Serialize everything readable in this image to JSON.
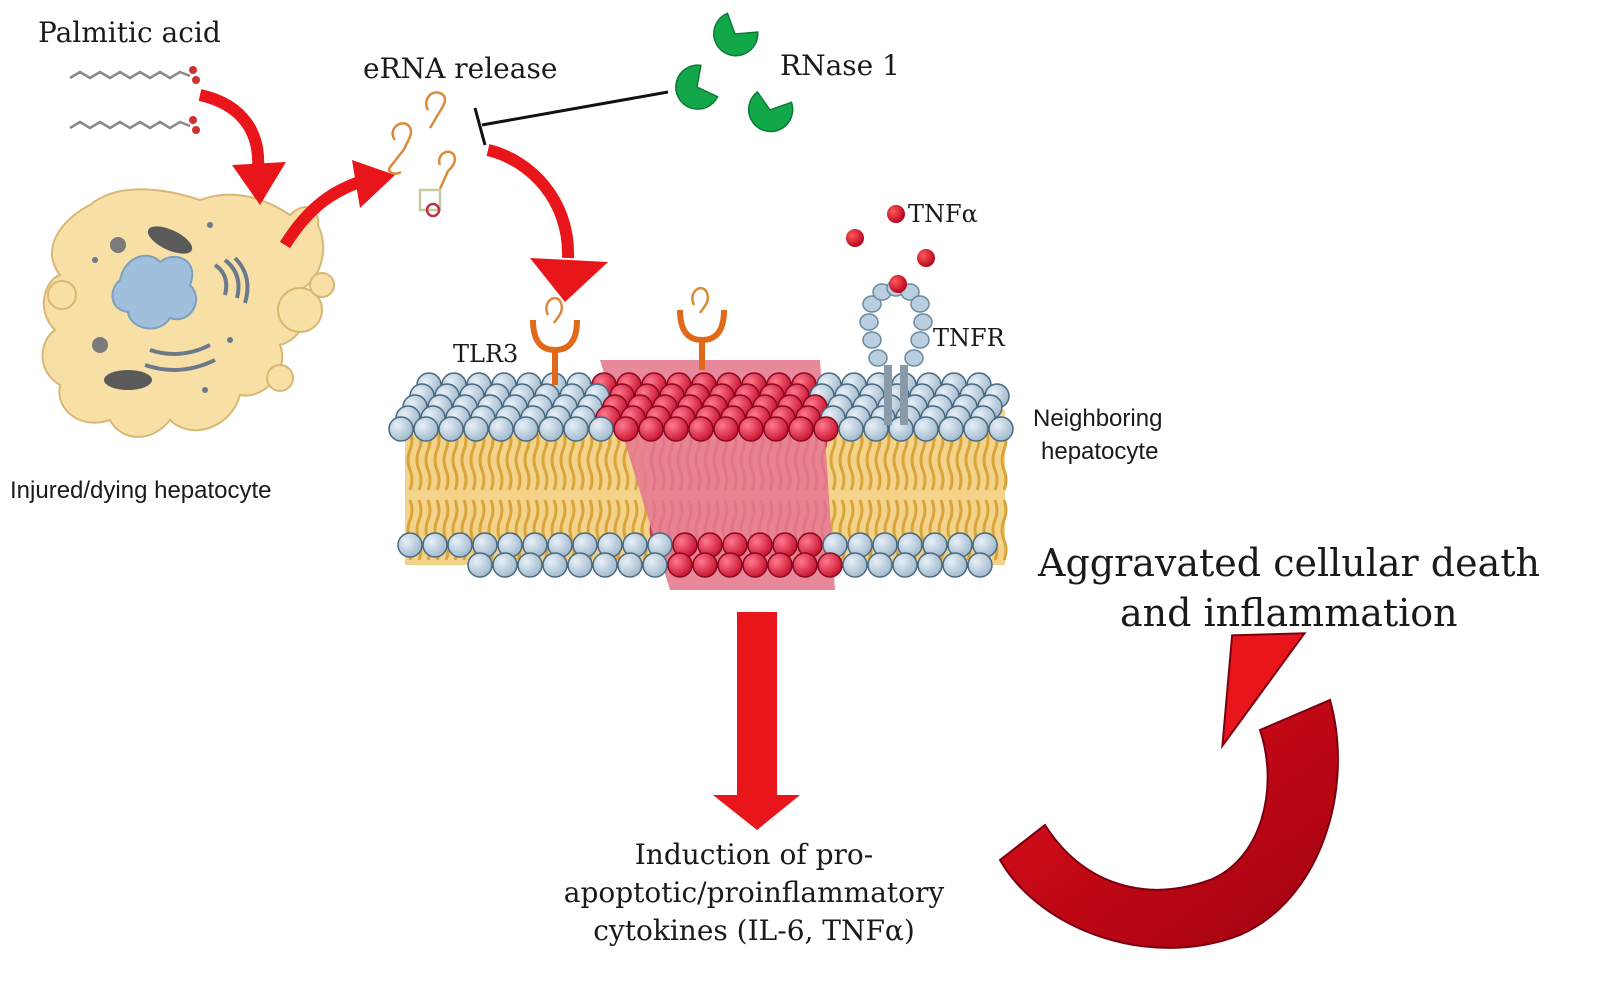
{
  "labels": {
    "palmitic_acid": "Palmitic acid",
    "erna_release": "eRNA release",
    "rnase": "RNase 1",
    "tnf_alpha": "TNFα",
    "tnfr": "TNFR",
    "tlr3": "TLR3",
    "neighboring_line1": "Neighboring",
    "neighboring_line2": "hepatocyte",
    "injured": "Injured/dying hepatocyte",
    "aggravated_line1": "Aggravated cellular death",
    "aggravated_line2": "and inflammation",
    "induction_line1": "Induction of pro-",
    "induction_line2": "apoptotic/proinflammatory",
    "induction_line3": "cytokines (IL-6, TNFα)"
  },
  "colors": {
    "arrow_red": "#e8151b",
    "arrow_dark_red": "#c00000",
    "cell_body": "#f7dfa6",
    "nucleus": "#9fbfdc",
    "lipid_head": "#b9cfe0",
    "lipid_tail": "#e8b84a",
    "activated_head": "#e0264a",
    "activated_tail": "#d9627a",
    "rnase_green": "#12a84a",
    "tnf_dot": "#d0142a",
    "receptor_orange": "#e06a1a",
    "rna_orange": "#d98b3a"
  }
}
